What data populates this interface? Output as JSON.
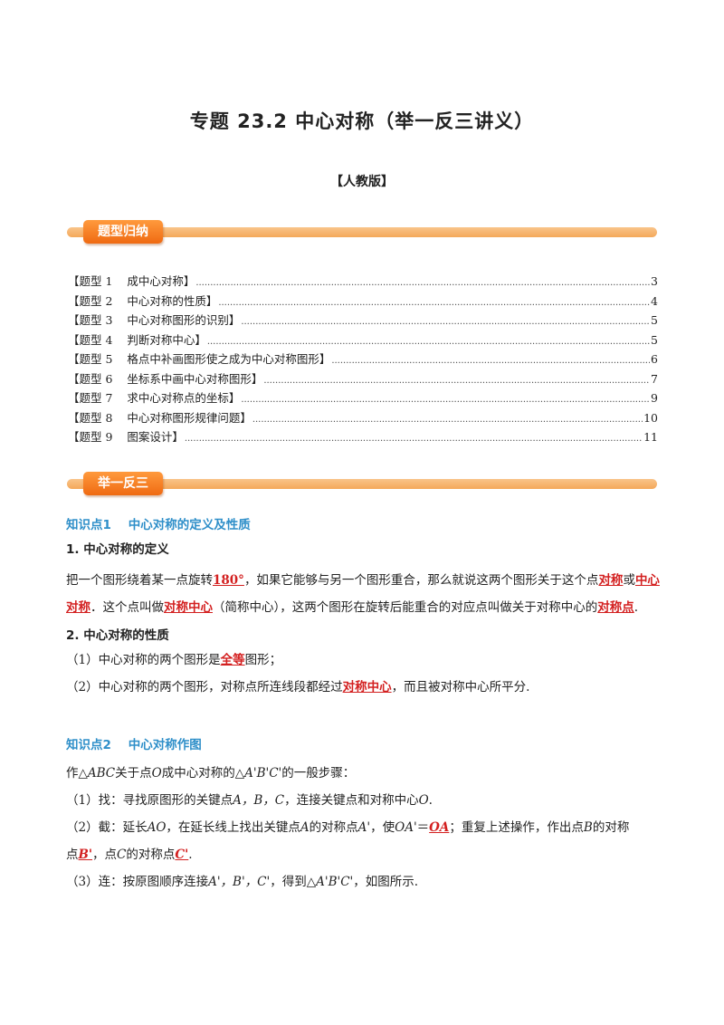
{
  "header": {
    "title": "专题 23.2    中心对称（举一反三讲义）",
    "edition": "【人教版】"
  },
  "banners": {
    "toc": "题型归纳",
    "examples": "举一反三"
  },
  "toc": [
    {
      "label": "【题型 1    成中心对称】",
      "page": "3"
    },
    {
      "label": "【题型 2    中心对称的性质】",
      "page": "4"
    },
    {
      "label": "【题型 3    中心对称图形的识别】",
      "page": "5"
    },
    {
      "label": "【题型 4    判断对称中心】",
      "page": "5"
    },
    {
      "label": "【题型 5    格点中补画图形使之成为中心对称图形】",
      "page": "6"
    },
    {
      "label": "【题型 6    坐标系中画中心对称图形】",
      "page": "7"
    },
    {
      "label": "【题型 7    求中心对称点的坐标】",
      "page": "9"
    },
    {
      "label": "【题型 8    中心对称图形规律问题】",
      "page": "10"
    },
    {
      "label": "【题型 9    图案设计】",
      "page": "11"
    }
  ],
  "kp1": {
    "heading": "知识点1    中心对称的定义及性质",
    "def_title": "1. 中心对称的定义",
    "def_a": "把一个图形绕着某一点旋转",
    "def_180": "180°",
    "def_b": "，如果它能够与另一个图形重合，那么就说这两个图形关于这个点",
    "def_sym": "对称",
    "def_c": "或",
    "def_center_sym": "中心对称",
    "def_d": "．这个点叫做",
    "def_center": "对称中心",
    "def_e": "（简称中心），这两个图形在旋转后能重合的对应点叫做关于对称中心的",
    "def_point": "对称点",
    "def_f": ".",
    "prop_title": "2. 中心对称的性质",
    "prop1_a": "（1）中心对称的两个图形是",
    "prop1_b": "全等",
    "prop1_c": "图形；",
    "prop2_a": "（2）中心对称的两个图形，对称点所连线段都经过",
    "prop2_b": "对称中心",
    "prop2_c": "，而且被对称中心所平分."
  },
  "kp2": {
    "heading": "知识点2    中心对称作图",
    "intro_a": "作△",
    "intro_abc": "ABC",
    "intro_b": "关于点",
    "intro_o": "O",
    "intro_c": "成中心对称的△",
    "intro_abc2": "A'B'C'",
    "intro_d": "的一般步骤：",
    "s1_a": "（1）找：寻找原图形的关键点",
    "s1_pts": "A，B，C",
    "s1_b": "，连接关键点和对称中心",
    "s1_o": "O",
    "s1_c": ".",
    "s2_a": "（2）截：延长",
    "s2_ao": "AO",
    "s2_b": "，在延长线上找出关键点",
    "s2_A": "A",
    "s2_c": "的对称点",
    "s2_A1": "A'",
    "s2_d": "，使",
    "s2_oa1": "OA'",
    "s2_e": "＝",
    "s2_oa": "OA",
    "s2_f": "；重复上述操作，作出点",
    "s2_B": "B",
    "s2_g": "的对称",
    "s2_h": "点",
    "s2_B1": "B'",
    "s2_i": "，点",
    "s2_C": "C",
    "s2_j": "的对称点",
    "s2_C1": "C'",
    "s2_k": ".",
    "s3_a": "（3）连：按原图顺序连接",
    "s3_pts": "A'，B'，C'",
    "s3_b": "，得到△",
    "s3_abc": "A'B'C'",
    "s3_c": "，如图所示."
  }
}
